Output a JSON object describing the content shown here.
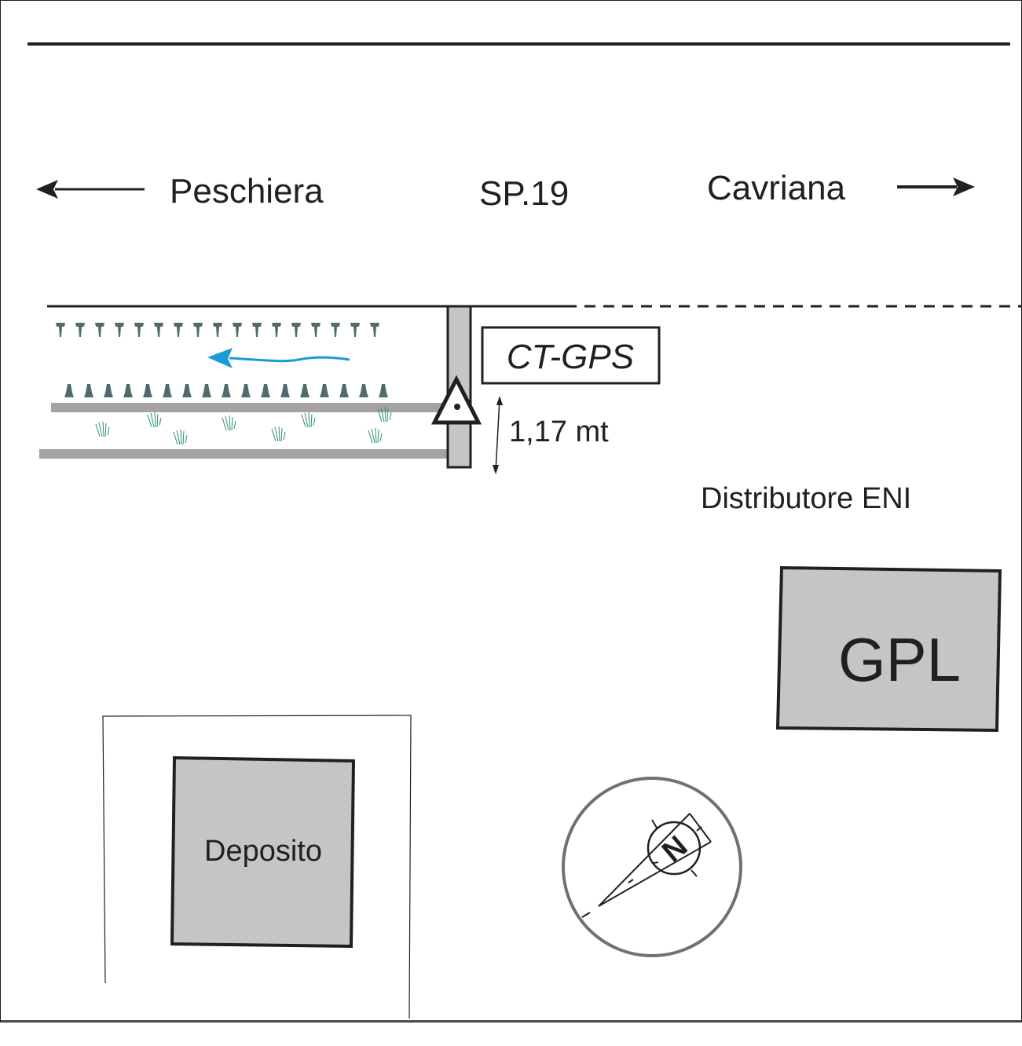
{
  "road": {
    "name": "SP.19",
    "left_destination": "Peschiera",
    "right_destination": "Cavriana"
  },
  "station": {
    "label": "CT-GPS",
    "height_measurement": "1,17 mt"
  },
  "places": {
    "distributor": "Distributore ENI",
    "gpl": "GPL",
    "deposito": "Deposito"
  },
  "compass": {
    "north_label": "N"
  },
  "colors": {
    "ink": "#231f20",
    "building_fill": "#c4c6c5",
    "hedge_bar": "#a7a2a2",
    "pole_fill": "#c4c6c5",
    "tree": "#4f6b6b",
    "water_arrow": "#1a9ad6",
    "grass": "#2f8f6a",
    "compass_ring": "#707070"
  }
}
